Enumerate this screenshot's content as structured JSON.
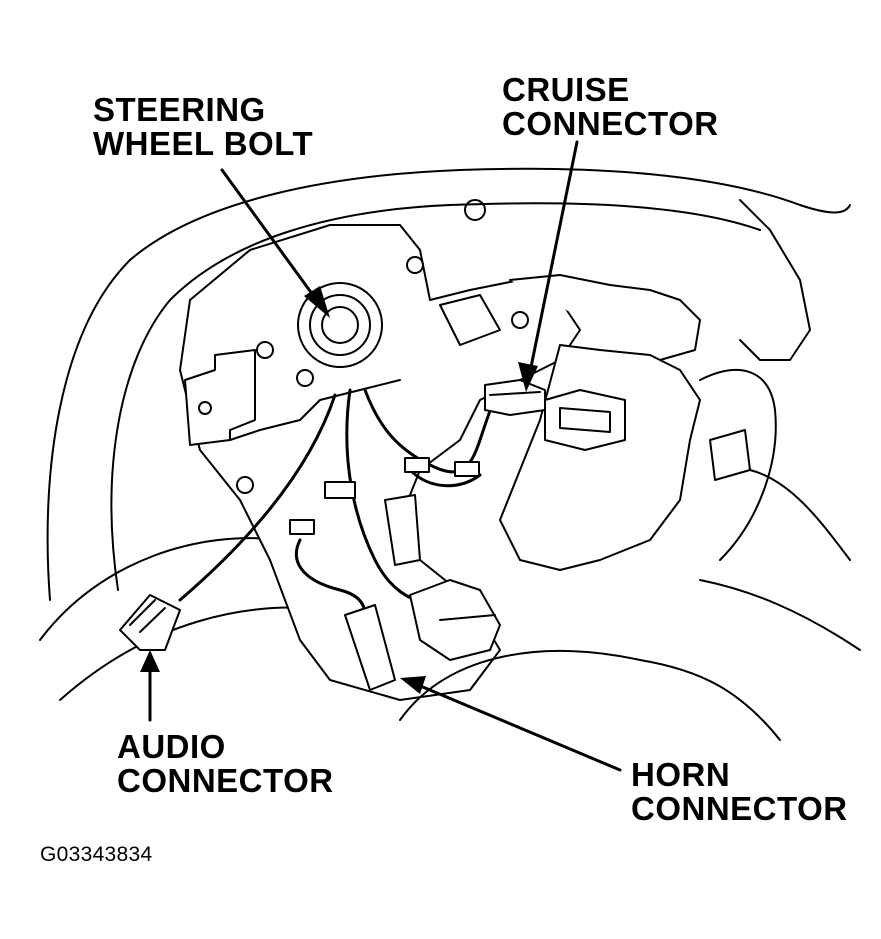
{
  "labels": {
    "steering_wheel_bolt": [
      "STEERING",
      "WHEEL BOLT"
    ],
    "cruise_connector": [
      "CRUISE",
      "CONNECTOR"
    ],
    "audio_connector": [
      "AUDIO",
      "CONNECTOR"
    ],
    "horn_connector": [
      "HORN",
      "CONNECTOR"
    ]
  },
  "figure_code": "G03343834",
  "colors": {
    "line": "#000000",
    "fill": "#ffffff"
  }
}
